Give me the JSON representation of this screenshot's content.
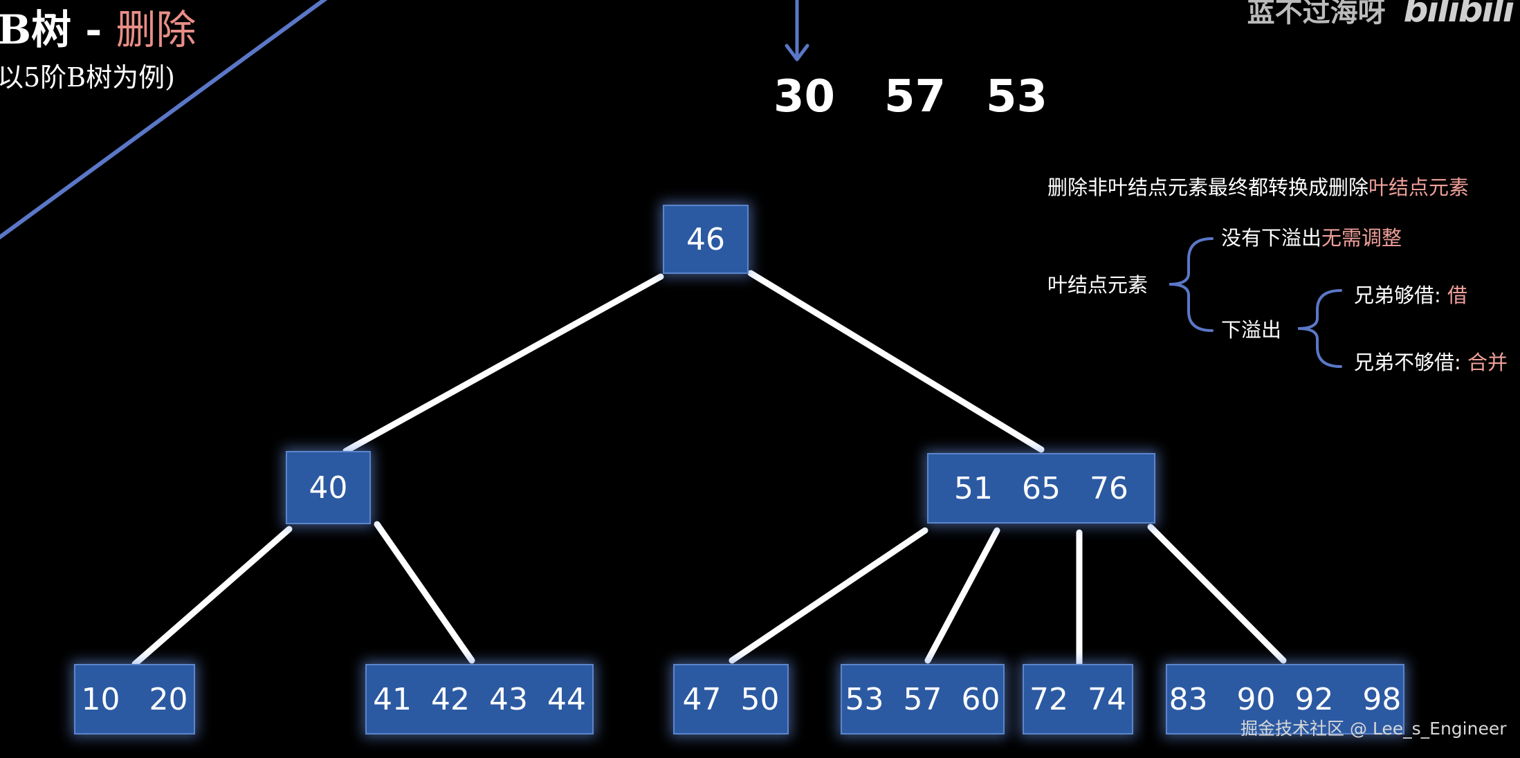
{
  "header": {
    "title_prefix": "B树 - ",
    "title_highlight": "删除",
    "subtitle": "以5阶B树为例)"
  },
  "watermark": {
    "channel": "蓝不过海呀",
    "logo_text": "bilibili"
  },
  "sequence": [
    "30",
    "57",
    "53"
  ],
  "tree": {
    "root": "46",
    "level1": [
      "40",
      "51   65   76"
    ],
    "leaves": [
      "10   20",
      "41  42  43  44",
      "47  50",
      "53  57  60",
      "72  74",
      "83   90  92   98"
    ]
  },
  "notes": {
    "headline_prefix": "删除非叶结点元素最终都转换成删除",
    "headline_highlight": "叶结点元素",
    "leaf_label": "叶结点元素",
    "no_underflow_prefix": "没有下溢出",
    "no_underflow_highlight": "无需调整",
    "underflow_label": "下溢出",
    "sibling_enough_prefix": "兄弟够借: ",
    "sibling_enough_highlight": "借",
    "sibling_not_enough_prefix": "兄弟不够借: ",
    "sibling_not_enough_highlight": "合并"
  },
  "credit": "掘金技术社区 @ Lee_s_Engineer",
  "colors": {
    "background": "#000000",
    "node_fill": "#2c5aa2",
    "highlight": "#e88e87",
    "accent_line": "#5b77c7",
    "edge": "#ffffff"
  }
}
